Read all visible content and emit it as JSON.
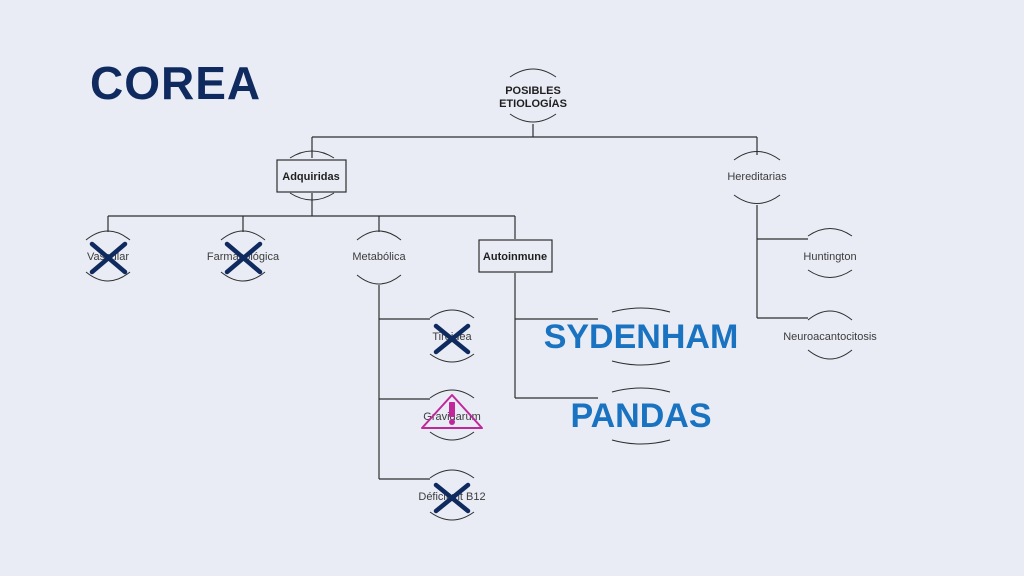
{
  "title": "COREA",
  "root": {
    "line1": "POSIBLES",
    "line2": "ETIOLOGÍAS"
  },
  "level1": {
    "left": "Adquiridas",
    "right": "Hereditarias"
  },
  "acquired": {
    "vascular": "Vascular",
    "pharma": "Farmacológica",
    "metabolic": "Metabólica",
    "autoimmune": "Autoinmune"
  },
  "hereditary": {
    "huntington": "Huntington",
    "neuro": "Neuroacantocitosis"
  },
  "metabolic_children": {
    "thyroid": "Tiroidea",
    "gravidarum": "Gravidarum",
    "b12": "Déficit vit B12"
  },
  "autoimmune_children": {
    "sydenham": "SYDENHAM",
    "pandas": "PANDAS"
  },
  "colors": {
    "title": "#0f2a5f",
    "highlight": "#1a73c0",
    "cross": "#0f2a5f",
    "warning": "#c0279a",
    "background": "#e9ecf5"
  },
  "icons": {
    "cross": "cross-mark-icon",
    "warning": "warning-triangle-icon"
  }
}
